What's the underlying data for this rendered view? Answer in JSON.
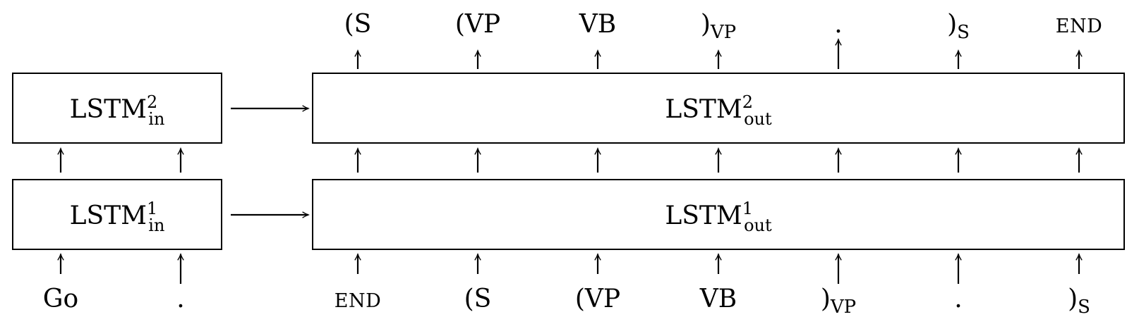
{
  "encoder": {
    "inputs": [
      "Go",
      "."
    ],
    "lstm1": {
      "base": "LSTM",
      "sup": "1",
      "sub": "in"
    },
    "lstm2": {
      "base": "LSTM",
      "sup": "2",
      "sub": "in"
    }
  },
  "decoder": {
    "lstm1": {
      "base": "LSTM",
      "sup": "1",
      "sub": "out"
    },
    "lstm2": {
      "base": "LSTM",
      "sup": "2",
      "sub": "out"
    },
    "inputs": [
      {
        "text": "END",
        "smallcaps": true
      },
      {
        "text": "(S"
      },
      {
        "text": "(VP"
      },
      {
        "text": "VB"
      },
      {
        "text": ")",
        "sub": "VP"
      },
      {
        "text": "."
      },
      {
        "text": ")",
        "sub": "S"
      }
    ],
    "outputs": [
      {
        "text": "(S"
      },
      {
        "text": "(VP"
      },
      {
        "text": "VB"
      },
      {
        "text": ")",
        "sub": "VP"
      },
      {
        "text": "."
      },
      {
        "text": ")",
        "sub": "S"
      },
      {
        "text": "END",
        "smallcaps": true
      }
    ]
  }
}
